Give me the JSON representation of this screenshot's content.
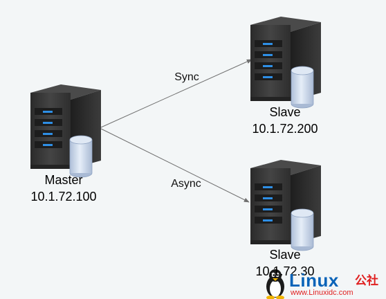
{
  "nodes": {
    "master": {
      "name": "Master",
      "ip": "10.1.72.100"
    },
    "slave_sync": {
      "name": "Slave",
      "ip": "10.1.72.200"
    },
    "slave_async": {
      "name": "Slave",
      "ip": "10.1.72.30"
    }
  },
  "edges": {
    "sync": {
      "label": "Sync"
    },
    "async": {
      "label": "Async"
    }
  },
  "watermark": {
    "brand": "Linux",
    "brand_cn": "公社",
    "url": "www.Linuxidc.com"
  },
  "colors": {
    "background": "#f3f6f7",
    "server_body": "#3a3a3a",
    "drive_light": "#2e8fe6",
    "database": "#c9d7ea",
    "arrow": "#707070",
    "watermark_blue": "#0a63b8",
    "watermark_red": "#e02020"
  },
  "icons": [
    "server-icon",
    "database-icon",
    "tux-penguin-icon"
  ]
}
